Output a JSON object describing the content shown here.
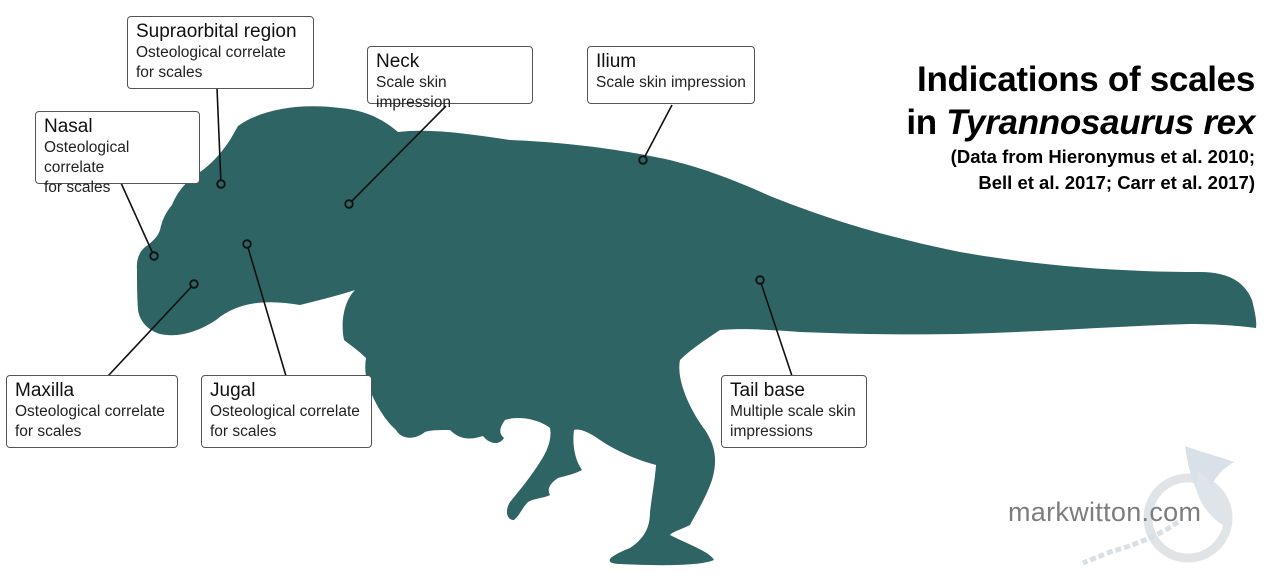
{
  "title": {
    "line1": "Indications of scales",
    "line2_prefix": "in ",
    "line2_species": "Tyrannosaurus rex",
    "citation_line1": "(Data from Hieronymus et al. 2010;",
    "citation_line2": "Bell et al. 2017; Carr et al. 2017)"
  },
  "callouts": [
    {
      "id": "supraorbital",
      "title": "Supraorbital region",
      "desc": "Osteological correlate\nfor scales"
    },
    {
      "id": "nasal",
      "title": "Nasal",
      "desc": "Osteological correlate\nfor scales"
    },
    {
      "id": "neck",
      "title": "Neck",
      "desc": "Scale skin impression"
    },
    {
      "id": "ilium",
      "title": "Ilium",
      "desc": "Scale skin impression"
    },
    {
      "id": "maxilla",
      "title": "Maxilla",
      "desc": "Osteological correlate\nfor scales"
    },
    {
      "id": "jugal",
      "title": "Jugal",
      "desc": "Osteological correlate\nfor scales"
    },
    {
      "id": "tailbase",
      "title": "Tail base",
      "desc": "Multiple scale skin\nimpressions"
    }
  ],
  "watermark": "markwitton.com",
  "colors": {
    "silhouette": "#2e6464",
    "leader": "#111111",
    "box_border": "#555555"
  },
  "icons": [
    "pterosaur-logo-icon"
  ]
}
